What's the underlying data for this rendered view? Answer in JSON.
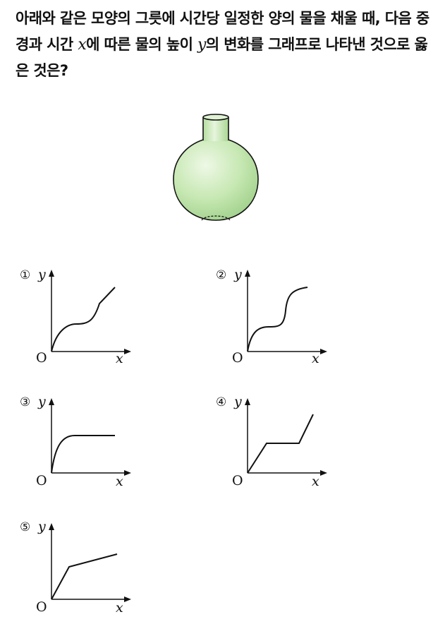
{
  "question": {
    "part1": "아래와 같은 모양의 그릇에 시간당 일정한 양의 물을 채울 때, 다음 중 경과 시간 ",
    "var_x": "x",
    "part2": "에 따른 물의 높이 ",
    "var_y": "y",
    "part3": "의 변화를 그래프로 나타낸 것으로 옳은 것은?"
  },
  "illustration": {
    "name": "round-bottom-flask",
    "fill_color": "#c7e8b3",
    "stroke_color": "#111111"
  },
  "options": [
    {
      "number": "①",
      "y_label": "y",
      "origin_label": "O",
      "x_label": "x"
    },
    {
      "number": "②",
      "y_label": "y",
      "origin_label": "O",
      "x_label": "x"
    },
    {
      "number": "③",
      "y_label": "y",
      "origin_label": "O",
      "x_label": "x"
    },
    {
      "number": "④",
      "y_label": "y",
      "origin_label": "O",
      "x_label": "x"
    },
    {
      "number": "⑤",
      "y_label": "y",
      "origin_label": "O",
      "x_label": "x"
    }
  ]
}
